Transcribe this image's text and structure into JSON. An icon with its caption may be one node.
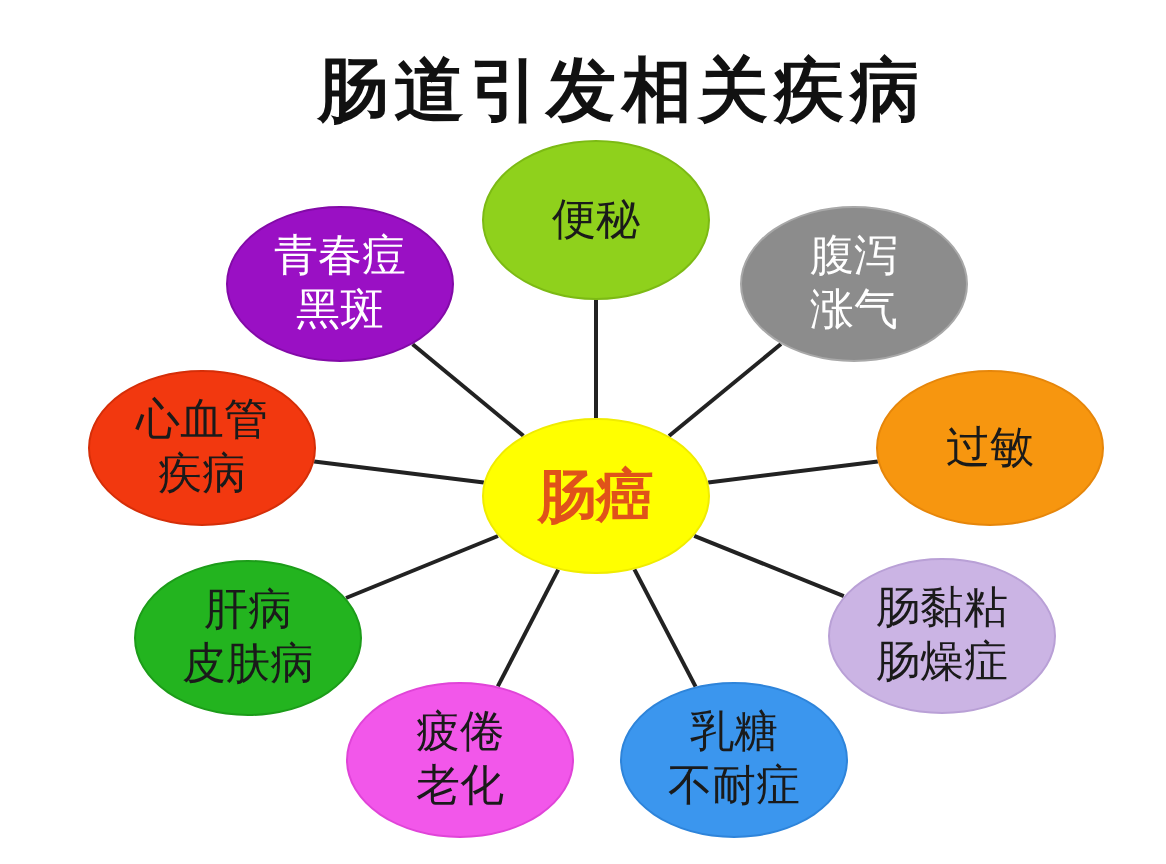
{
  "diagram": {
    "title": "肠道引发相关疾病",
    "nodes": [
      {
        "text": [
          "便秘"
        ]
      },
      {
        "text": [
          "青春痘黑斑"
        ]
      },
      {
        "text": [
          "腹泻涨气"
        ]
      },
      {
        "text": [
          "心血管疾病"
        ]
      },
      {
        "text": [
          "肠癌"
        ]
      },
      {
        "text": [
          "过敏"
        ]
      },
      {
        "text": [
          "肝病皮肤病"
        ]
      },
      {
        "text": [
          "肠黏粘肠燥症"
        ]
      },
      {
        "text": [
          "疲倦老化"
        ]
      },
      {
        "text": [
          "乳糖不耐症"
        ]
      }
    ],
    "edges": [
      {
        "from": 4,
        "to": 0,
        "arrow": "none"
      },
      {
        "from": 4,
        "to": 1,
        "arrow": "none"
      },
      {
        "from": 4,
        "to": 2,
        "arrow": "none"
      },
      {
        "from": 4,
        "to": 3,
        "arrow": "none"
      },
      {
        "from": 4,
        "to": 5,
        "arrow": "none"
      },
      {
        "from": 4,
        "to": 6,
        "arrow": "none"
      },
      {
        "from": 4,
        "to": 7,
        "arrow": "none"
      },
      {
        "from": 4,
        "to": 8,
        "arrow": "none"
      },
      {
        "from": 4,
        "to": 9,
        "arrow": "none"
      }
    ]
  }
}
